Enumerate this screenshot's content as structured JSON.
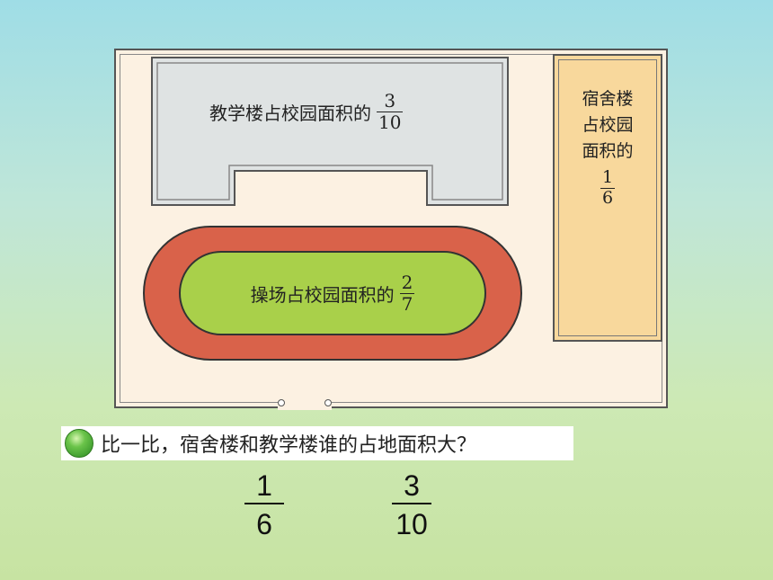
{
  "diagram": {
    "teaching_building": {
      "label": "教学楼占校园面积的",
      "numerator": "3",
      "denominator": "10"
    },
    "dormitory": {
      "label_lines": [
        "宿舍楼",
        "占校园",
        "面积的"
      ],
      "numerator": "1",
      "denominator": "6"
    },
    "playground": {
      "label": "操场占校园面积的",
      "numerator": "2",
      "denominator": "7"
    }
  },
  "question": {
    "text": "比一比，宿舍楼和教学楼谁的占地面积大？"
  },
  "comparison": {
    "left": {
      "numerator": "1",
      "denominator": "6"
    },
    "right": {
      "numerator": "3",
      "denominator": "10"
    }
  },
  "colors": {
    "building_gray": "#dfe3e3",
    "dorm_orange": "#f8d89c",
    "track_red": "#d9624a",
    "field_green": "#a9d04a",
    "campus_bg": "#fcf1e2"
  }
}
